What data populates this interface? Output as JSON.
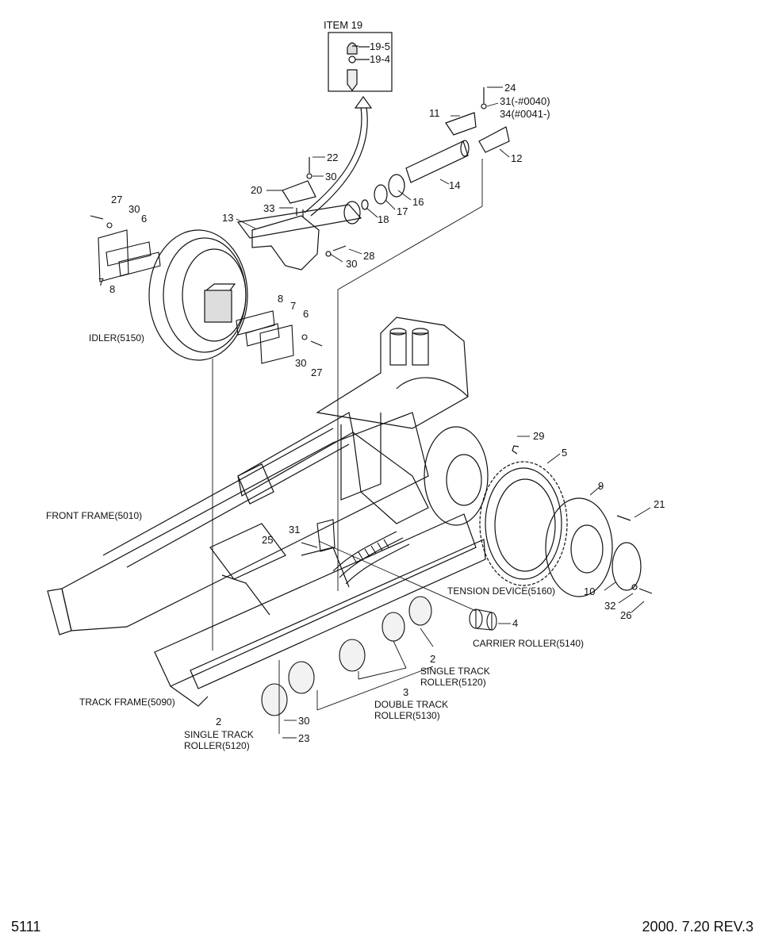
{
  "footer": {
    "page_number": "5111",
    "revision": "2000. 7.20 REV.3"
  },
  "detail_box": {
    "title": "ITEM 19",
    "parts": [
      "19-5",
      "19-4"
    ]
  },
  "assembly_labels": {
    "idler": "IDLER(5150)",
    "front_frame": "FRONT FRAME(5010)",
    "tension_device": "TENSION DEVICE(5160)",
    "carrier_roller": "CARRIER ROLLER(5140)",
    "track_frame": "TRACK FRAME(5090)",
    "single_track_roller_right_1": "SINGLE TRACK",
    "single_track_roller_right_2": "ROLLER(5120)",
    "double_track_roller_1": "DOUBLE TRACK",
    "double_track_roller_2": "ROLLER(5130)",
    "single_track_roller_left_1": "SINGLE TRACK",
    "single_track_roller_left_2": "ROLLER(5120)"
  },
  "callouts": {
    "c24": "24",
    "c31": "31(-#0040)",
    "c34": "34(#0041-)",
    "c11": "11",
    "c12": "12",
    "c14": "14",
    "c16": "16",
    "c17": "17",
    "c18": "18",
    "c22": "22",
    "c30_top": "30",
    "c20": "20",
    "c33": "33",
    "c13": "13",
    "c28": "28",
    "c30_idler": "30",
    "c27_top": "27",
    "c30_left": "30",
    "c6_top": "6",
    "c7_top": "7",
    "c8_top": "8",
    "c8_mid": "8",
    "c7_mid": "7",
    "c6_mid": "6",
    "c30_mid": "30",
    "c27_mid": "27",
    "c29": "29",
    "c5": "5",
    "c9": "9",
    "c21": "21",
    "c31_mid": "31",
    "c25": "25",
    "c10": "10",
    "c32": "32",
    "c26": "26",
    "c4": "4",
    "c2_right": "2",
    "c3": "3",
    "c30_bottom": "30",
    "c23": "23",
    "c2_left": "2"
  }
}
